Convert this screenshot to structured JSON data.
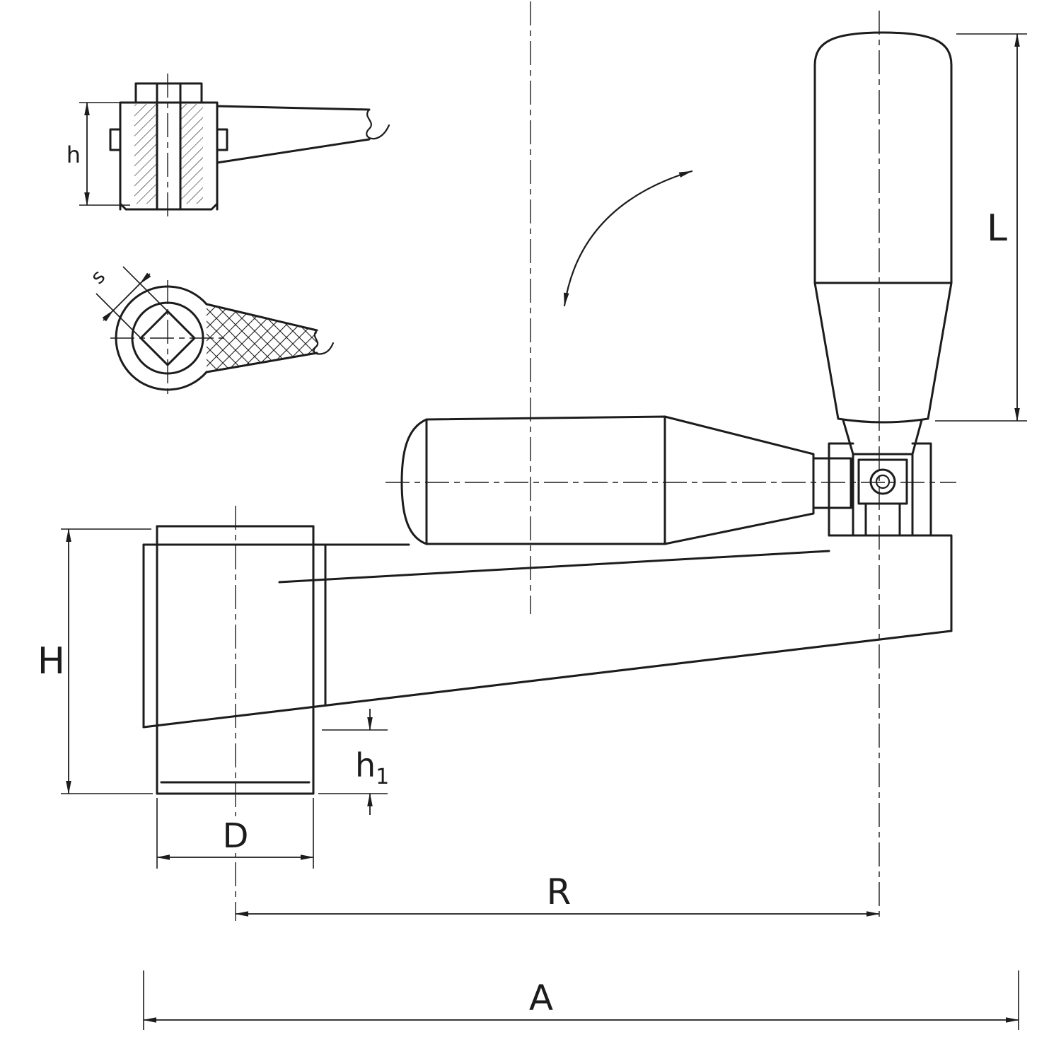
{
  "drawing": {
    "background": "#ffffff",
    "line_color": "#1c1c1c",
    "labels": {
      "L": "L",
      "H": "H",
      "h": "h",
      "h1_base": "h",
      "h1_sub": "1",
      "s": "s",
      "D": "D",
      "R": "R",
      "A": "A"
    }
  }
}
